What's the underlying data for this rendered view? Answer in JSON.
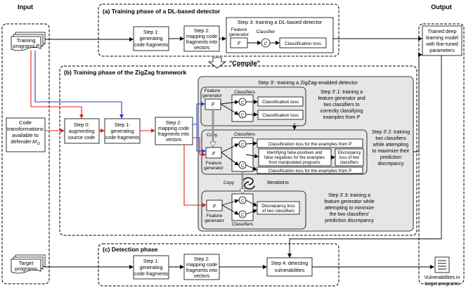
{
  "columns": {
    "input": "Input",
    "output": "Output"
  },
  "panels": {
    "a_title": "(a) Training phase of a DL-based  detector",
    "b_title": "(b) Training phase of the ZigZag framework",
    "c_title": "(c) Detection phase",
    "compile": "\"Compile\""
  },
  "inputs": {
    "training_line1": "Training",
    "training_line2": "programs",
    "training_var": "P",
    "code_trans_lines": [
      "Code",
      "transformations",
      "available to",
      "defender"
    ],
    "code_trans_var": "M",
    "code_trans_sub": "D",
    "target_line1": "Target",
    "target_line2": "programs"
  },
  "phase_a": {
    "step1": [
      "Step 1:",
      "generating",
      "code fragments"
    ],
    "step2": [
      "Step 2:",
      "mapping code",
      "fragments into",
      "vectors"
    ],
    "step3_title": "Step 3: training a DL-based detector",
    "fg_label": [
      "Feature",
      "generator"
    ],
    "f": "F",
    "classifier_label": "Classifier",
    "c": "C",
    "closs": "Classification loss"
  },
  "output": {
    "trained": [
      "Trained deep",
      "learning model",
      "with fine-tuned",
      "parameters"
    ],
    "vulns": [
      "Vulnerabilities in",
      "target programs"
    ]
  },
  "phase_b": {
    "step0": [
      "Step 0:",
      "augmenting",
      "source code"
    ],
    "step1": [
      "Step 1:",
      "generating",
      "code fragments"
    ],
    "step2": [
      "Step 2:",
      "mapping code",
      "fragments into",
      "vectors"
    ],
    "step3_title": "Step 3': training a ZigZag-enabled detector",
    "s31_fg": [
      "Feature",
      "generator"
    ],
    "s31_classifiers": "Classifiers",
    "s31_F": "F",
    "s31_C1": "C",
    "s31_C2": "C",
    "s31_loss1": "Classification loss",
    "s31_loss2": "Classification loss",
    "s31_desc": [
      "Step 3'.1: training a",
      "feature generator and",
      "two classifiers to",
      "correctly classifying",
      "examples from P"
    ],
    "s32_copy": "Copy",
    "s32_classifiers": "Classifiers",
    "s32_F": "F",
    "s32_fg": [
      "Feature",
      "generator"
    ],
    "s32_loss_top": "Classification loss for the examples from P",
    "s32_identify": [
      "Identifying false-positives and",
      "false negatives for the examples",
      "from manipulated programs"
    ],
    "s32_disc": [
      "Discrepancy",
      "loss of two",
      "classifiers"
    ],
    "s32_loss_bottom": "Classification loss for the examples from P",
    "s32_desc": [
      "Step 3'.2: training",
      "two classifiers",
      "while attempting",
      "to maximize their",
      "prediction",
      "discrepancy"
    ],
    "iterations": "Iterations",
    "s33_copy": "Copy",
    "s33_F": "F",
    "s33_fg": [
      "Feature",
      "generator"
    ],
    "s33_classifiers": "Classifiers",
    "s33_disc": [
      "Discrepancy loss",
      "of two classifiers"
    ],
    "s33_desc": [
      "Step 3'.3: training a",
      "feature generator while",
      "attempting to minimize",
      "the two classifiers'",
      "prediction discrepancy"
    ]
  },
  "phase_c": {
    "step1": [
      "Step 1:",
      "generating",
      "code fragments"
    ],
    "step2": [
      "Step 2:",
      "mapping code",
      "fragments into",
      "vectors"
    ],
    "step4": [
      "Step 4: detecting",
      "vulnerabilities"
    ]
  }
}
